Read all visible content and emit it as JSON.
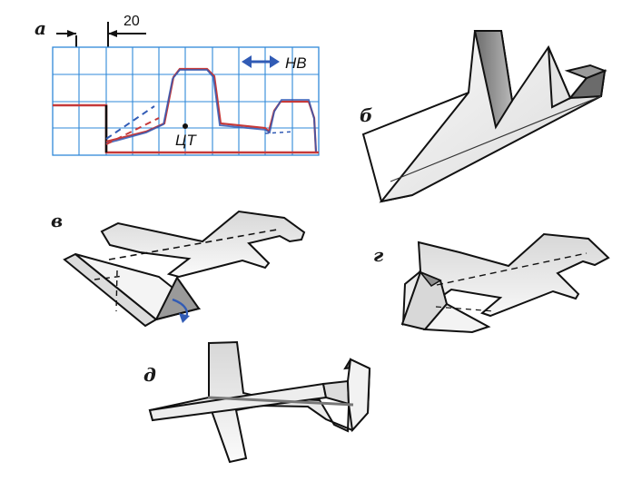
{
  "labels": {
    "a": "а",
    "b": "б",
    "v": "в",
    "g": "г",
    "d": "д"
  },
  "grid_panel": {
    "dimension": "20",
    "direction": "НВ",
    "point": "ЦТ"
  },
  "colors": {
    "grid": "#2f88d8",
    "profile_red": "#c63a3a",
    "profile_blue": "#315bb5",
    "paper": "#f7f7f7",
    "shade": "#8c8c8c",
    "dark_shade": "#555555",
    "line": "#111111"
  },
  "icons": {
    "arrow": "double-arrow-icon",
    "fold": "curved-arrow-icon"
  }
}
